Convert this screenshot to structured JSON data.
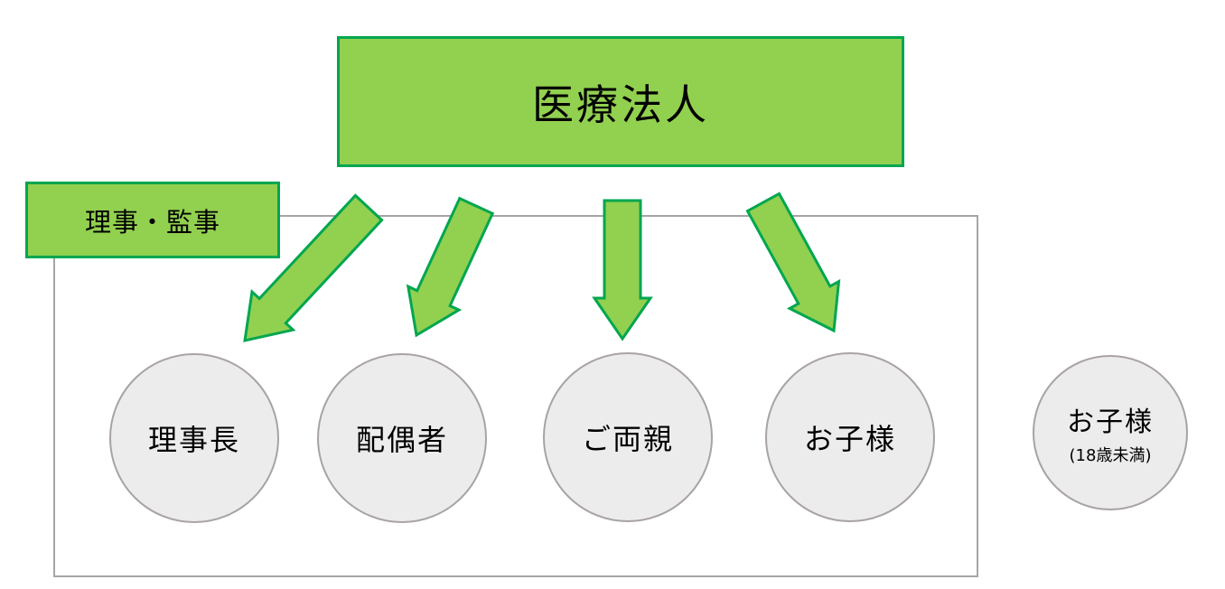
{
  "root_box": {
    "label": "医療法人"
  },
  "group_box": {
    "label": "理事・監事"
  },
  "members": [
    {
      "label": "理事長"
    },
    {
      "label": "配偶者"
    },
    {
      "label": "ご両親"
    },
    {
      "label": "お子様"
    }
  ],
  "outside_member": {
    "label": "お子様",
    "sublabel": "(18歳未満)"
  },
  "colors": {
    "box_fill": "#92D050",
    "box_border": "#00A650",
    "arrow_fill": "#92D050",
    "arrow_border": "#00A650",
    "circle_fill": "#EDECEC",
    "circle_border": "#A9A3A3",
    "frame_border": "#A9A4A4",
    "text_color": "#000000"
  }
}
